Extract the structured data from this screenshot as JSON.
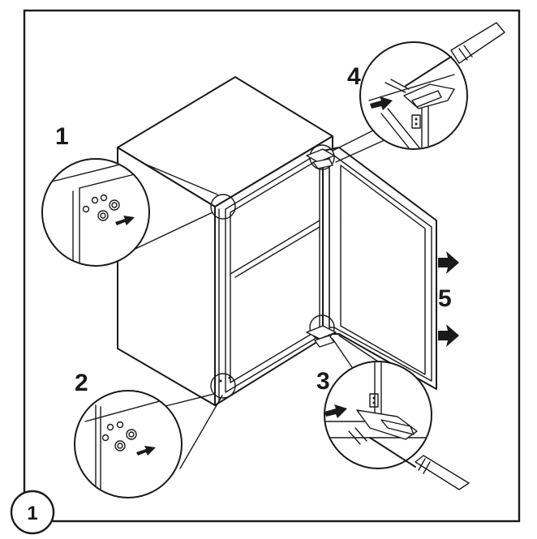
{
  "figure": {
    "number": "1",
    "steps": {
      "step1": "1",
      "step2": "2",
      "step3": "3",
      "step4": "4",
      "step5": "5"
    }
  },
  "colors": {
    "line": "#1a1a1a",
    "background": "#ffffff",
    "handle": "#ffffff"
  },
  "icons": [
    "screwdriver-icon",
    "push-arrow-icon"
  ]
}
